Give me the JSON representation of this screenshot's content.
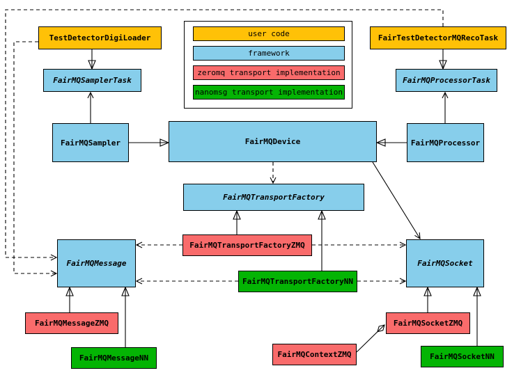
{
  "legend": {
    "items": [
      {
        "label": "user code",
        "color": "#FFC107"
      },
      {
        "label": "framework",
        "color": "#87CEEB"
      },
      {
        "label": "zeromq transport implementation",
        "color": "#F96B6B"
      },
      {
        "label": "nanomsg transport implementation",
        "color": "#04B404"
      }
    ]
  },
  "nodes": {
    "testDetectorDigiLoader": {
      "label": "TestDetectorDigiLoader",
      "category": "user code",
      "abstract": false
    },
    "fairTestDetectorMQRecoTask": {
      "label": "FairTestDetectorMQRecoTask",
      "category": "user code",
      "abstract": false
    },
    "fairMQSamplerTask": {
      "label": "FairMQSamplerTask",
      "category": "framework",
      "abstract": true
    },
    "fairMQProcessorTask": {
      "label": "FairMQProcessorTask",
      "category": "framework",
      "abstract": true
    },
    "fairMQSampler": {
      "label": "FairMQSampler",
      "category": "framework",
      "abstract": false
    },
    "fairMQDevice": {
      "label": "FairMQDevice",
      "category": "framework",
      "abstract": false
    },
    "fairMQProcessor": {
      "label": "FairMQProcessor",
      "category": "framework",
      "abstract": false
    },
    "fairMQTransportFactory": {
      "label": "FairMQTransportFactory",
      "category": "framework",
      "abstract": true
    },
    "fairMQTransportFactoryZMQ": {
      "label": "FairMQTransportFactoryZMQ",
      "category": "zeromq transport implementation",
      "abstract": false
    },
    "fairMQTransportFactoryNN": {
      "label": "FairMQTransportFactoryNN",
      "category": "nanomsg transport implementation",
      "abstract": false
    },
    "fairMQMessage": {
      "label": "FairMQMessage",
      "category": "framework",
      "abstract": true
    },
    "fairMQSocket": {
      "label": "FairMQSocket",
      "category": "framework",
      "abstract": true
    },
    "fairMQMessageZMQ": {
      "label": "FairMQMessageZMQ",
      "category": "zeromq transport implementation",
      "abstract": false
    },
    "fairMQMessageNN": {
      "label": "FairMQMessageNN",
      "category": "nanomsg transport implementation",
      "abstract": false
    },
    "fairMQContextZMQ": {
      "label": "FairMQContextZMQ",
      "category": "zeromq transport implementation",
      "abstract": false
    },
    "fairMQSocketZMQ": {
      "label": "FairMQSocketZMQ",
      "category": "zeromq transport implementation",
      "abstract": false
    },
    "fairMQSocketNN": {
      "label": "FairMQSocketNN",
      "category": "nanomsg transport implementation",
      "abstract": false
    }
  },
  "edges": [
    {
      "from": "TestDetectorDigiLoader",
      "to": "FairMQSamplerTask",
      "type": "inheritance"
    },
    {
      "from": "FairTestDetectorMQRecoTask",
      "to": "FairMQProcessorTask",
      "type": "inheritance"
    },
    {
      "from": "FairMQSampler",
      "to": "FairMQDevice",
      "type": "inheritance"
    },
    {
      "from": "FairMQProcessor",
      "to": "FairMQDevice",
      "type": "inheritance"
    },
    {
      "from": "FairMQSampler",
      "to": "FairMQSamplerTask",
      "type": "association"
    },
    {
      "from": "FairMQProcessor",
      "to": "FairMQProcessorTask",
      "type": "association"
    },
    {
      "from": "FairMQDevice",
      "to": "FairMQTransportFactory",
      "type": "dependency"
    },
    {
      "from": "FairMQDevice",
      "to": "FairMQSocket",
      "type": "association"
    },
    {
      "from": "FairMQTransportFactoryZMQ",
      "to": "FairMQTransportFactory",
      "type": "inheritance"
    },
    {
      "from": "FairMQTransportFactoryNN",
      "to": "FairMQTransportFactory",
      "type": "inheritance"
    },
    {
      "from": "FairMQTransportFactoryZMQ",
      "to": "FairMQMessage",
      "type": "dependency"
    },
    {
      "from": "FairMQTransportFactoryZMQ",
      "to": "FairMQSocket",
      "type": "dependency"
    },
    {
      "from": "FairMQTransportFactoryNN",
      "to": "FairMQMessage",
      "type": "dependency"
    },
    {
      "from": "FairMQTransportFactoryNN",
      "to": "FairMQSocket",
      "type": "dependency"
    },
    {
      "from": "FairMQMessageZMQ",
      "to": "FairMQMessage",
      "type": "inheritance"
    },
    {
      "from": "FairMQMessageNN",
      "to": "FairMQMessage",
      "type": "inheritance"
    },
    {
      "from": "FairMQSocketZMQ",
      "to": "FairMQSocket",
      "type": "inheritance"
    },
    {
      "from": "FairMQSocketNN",
      "to": "FairMQSocket",
      "type": "inheritance"
    },
    {
      "from": "FairMQContextZMQ",
      "to": "FairMQSocketZMQ",
      "type": "composition"
    },
    {
      "from": "TestDetectorDigiLoader",
      "to": "FairMQMessage",
      "type": "dependency"
    },
    {
      "from": "FairTestDetectorMQRecoTask",
      "to": "FairMQMessage",
      "type": "dependency"
    }
  ],
  "colors": {
    "user_code": "#FFC107",
    "framework": "#87CEEB",
    "zeromq": "#F96B6B",
    "nanomsg": "#04B404",
    "line": "#000000",
    "background": "#FFFFFF"
  }
}
